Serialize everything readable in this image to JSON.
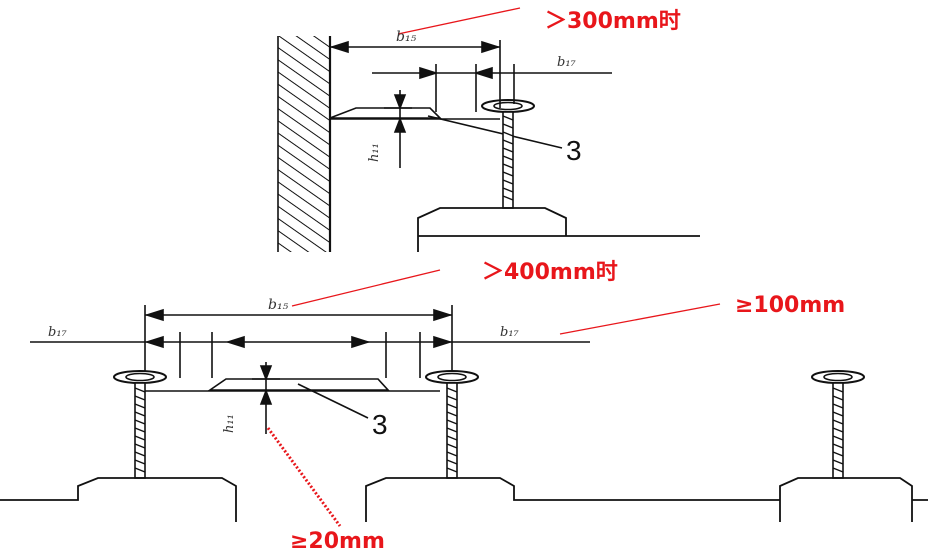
{
  "top_section": {
    "callout": "＞300mm时",
    "dim_width": "b₁₅",
    "dim_offset": "b₁₇",
    "dim_height": "h₁₁",
    "part_number": "3"
  },
  "bottom_section": {
    "callout_width": "＞400mm时",
    "callout_offset": "≥100mm",
    "callout_height": "≥20mm",
    "dim_width": "b₁₅",
    "dim_offset_left": "b₁₇",
    "dim_offset_right": "b₁₇",
    "dim_height": "h₁₁",
    "part_number": "3"
  },
  "colors": {
    "annotation": "#e8161b",
    "drawing": "#111111"
  }
}
